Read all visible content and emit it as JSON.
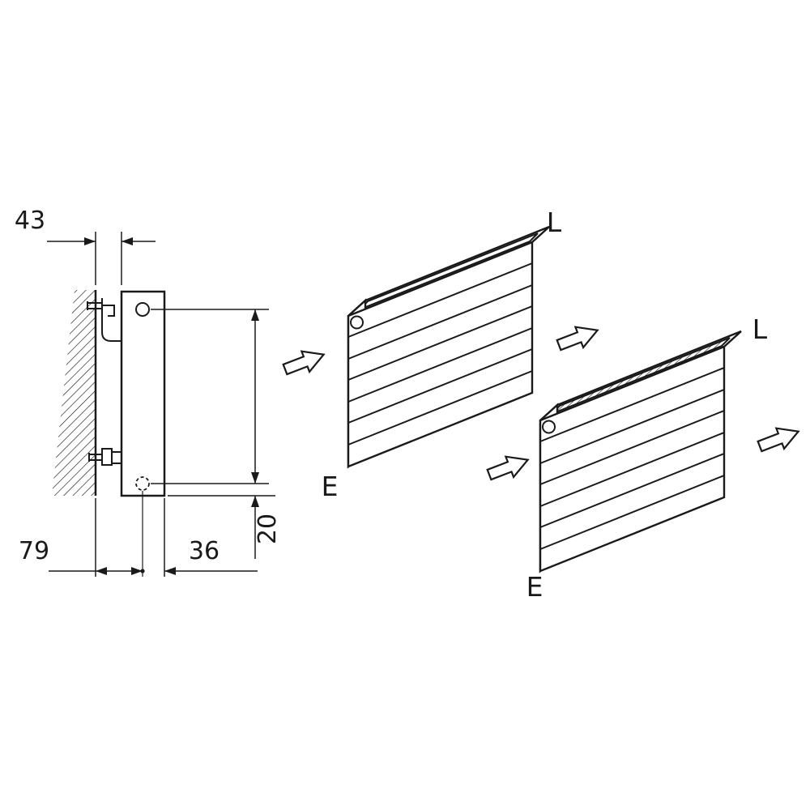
{
  "dimensions": {
    "dim_top": "43",
    "dim_bottom_left": "79",
    "dim_bottom_right": "36",
    "dim_side": "20"
  },
  "flow_labels": {
    "radiator1": {
      "inlet": "E",
      "outlet": "L"
    },
    "radiator2": {
      "inlet": "E",
      "outlet": "L"
    }
  },
  "icons": {
    "flow_arrow": "block-arrow-up-right",
    "wall_section": "diagonal-hatch",
    "pipe_connection_hidden": "dashed-circle"
  },
  "colors": {
    "line": "#1a1a1a",
    "background": "#ffffff"
  }
}
